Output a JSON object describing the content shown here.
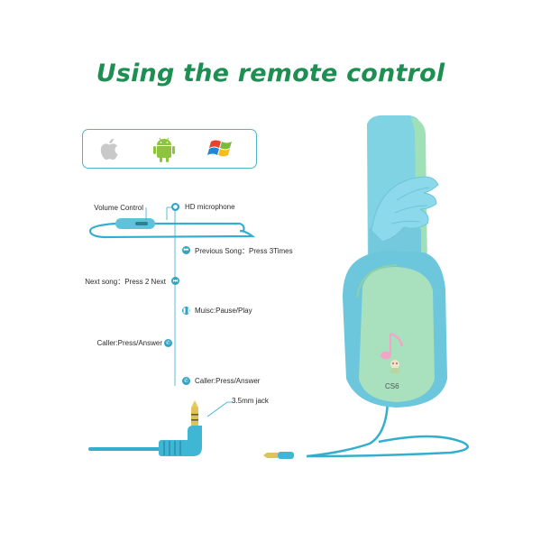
{
  "title": "Using the remote control",
  "os_icons": [
    "apple-icon",
    "android-icon",
    "windows-icon"
  ],
  "labels": {
    "volume_control": "Volume Control",
    "hd_microphone": "HD microphone",
    "previous_song": "Previous Song：Press 3Times",
    "next_song": "Next song：Press 2 Next",
    "music": "Muisc:Pause/Play",
    "caller_left": "Caller:Press/Answer",
    "caller_right": "Caller:Press/Answer",
    "jack": "3.5mm jack"
  },
  "product": {
    "model": "CS6"
  },
  "colors": {
    "title": "#1d8f52",
    "cable": "#35aece",
    "headband": "#7fd3e3",
    "cup_outer": "#6cc6dc",
    "cup_inner": "#a9e0be",
    "accent": "#2fa3c4"
  }
}
